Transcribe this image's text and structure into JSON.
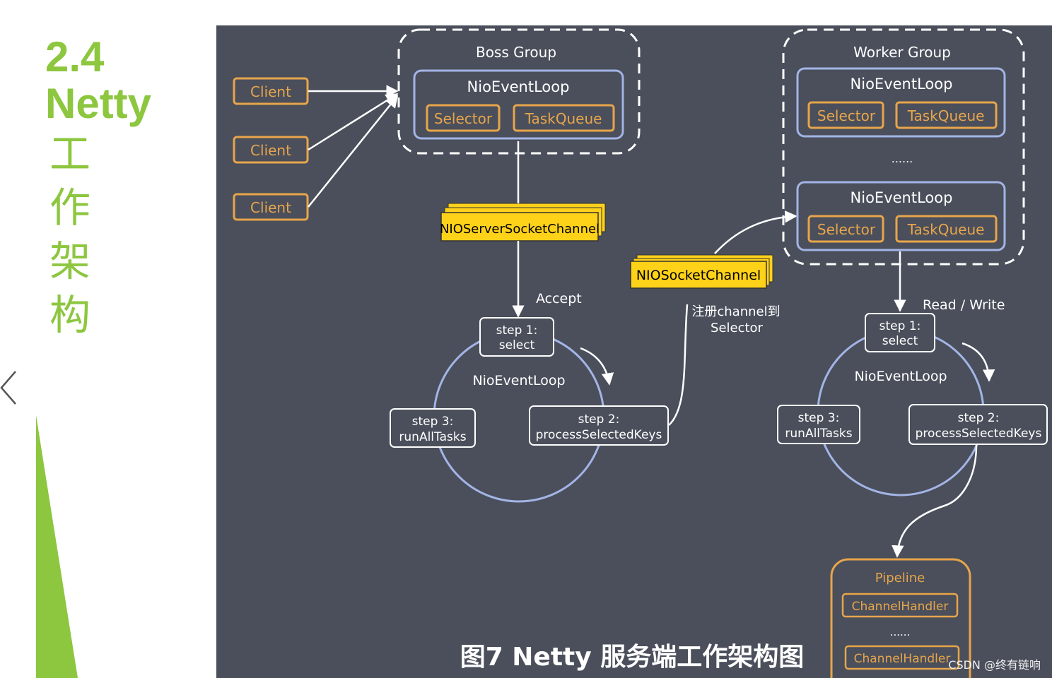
{
  "slide": {
    "number": "2.4",
    "title_en": "Netty",
    "title_cjk": [
      "工",
      "作",
      "架",
      "构"
    ]
  },
  "diagram": {
    "boss_group": "Boss Group",
    "worker_group": "Worker Group",
    "nio_event_loop": "NioEventLoop",
    "selector": "Selector",
    "task_queue": "TaskQueue",
    "ellipsis": "......",
    "client": "Client",
    "server_channel": "NIOServerSocketChannel",
    "socket_channel": "NIOSocketChannel",
    "accept": "Accept",
    "register_line1": "注册channel到",
    "register_line2": "Selector",
    "read_write": "Read / Write",
    "step1_l1": "step 1:",
    "step1_l2": "select",
    "step2_l1": "step 2:",
    "step2_l2": "processSelectedKeys",
    "step3_l1": "step 3:",
    "step3_l2": "runAllTasks",
    "pipeline": "Pipeline",
    "channel_handler": "ChannelHandler",
    "caption": "图7 Netty 服务端工作架构图"
  },
  "watermark": "CSDN @终有链响",
  "colors": {
    "accent_green": "#8dc63f",
    "canvas": "#4a4f5b",
    "orange": "#e8a54b",
    "blue_outline": "#a3b4e6",
    "yellow": "#ffd21a"
  }
}
